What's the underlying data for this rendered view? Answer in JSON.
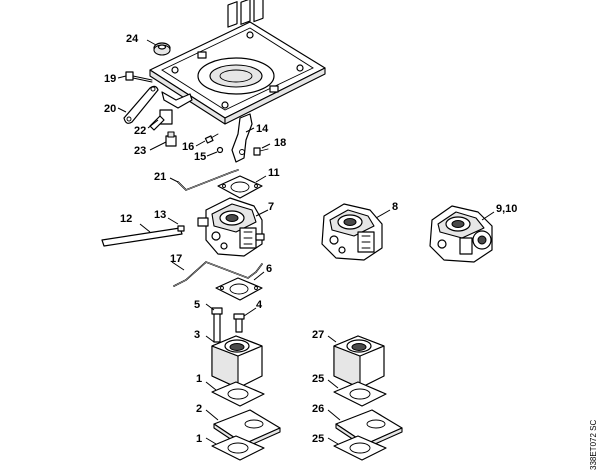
{
  "callouts": {
    "c24": "24",
    "c19": "19",
    "c20": "20",
    "c22": "22",
    "c23": "23",
    "c16": "16",
    "c15": "15",
    "c14": "14",
    "c18": "18",
    "c21": "21",
    "c11": "11",
    "c12": "12",
    "c13": "13",
    "c7": "7",
    "c8": "8",
    "c910": "9,10",
    "c17": "17",
    "c6": "6",
    "c5": "5",
    "c4": "4",
    "c3": "3",
    "c27": "27",
    "c1a": "1",
    "c25a": "25",
    "c2": "2",
    "c26": "26",
    "c1b": "1",
    "c25b": "25"
  },
  "drawing_code": "338ET072 SC"
}
